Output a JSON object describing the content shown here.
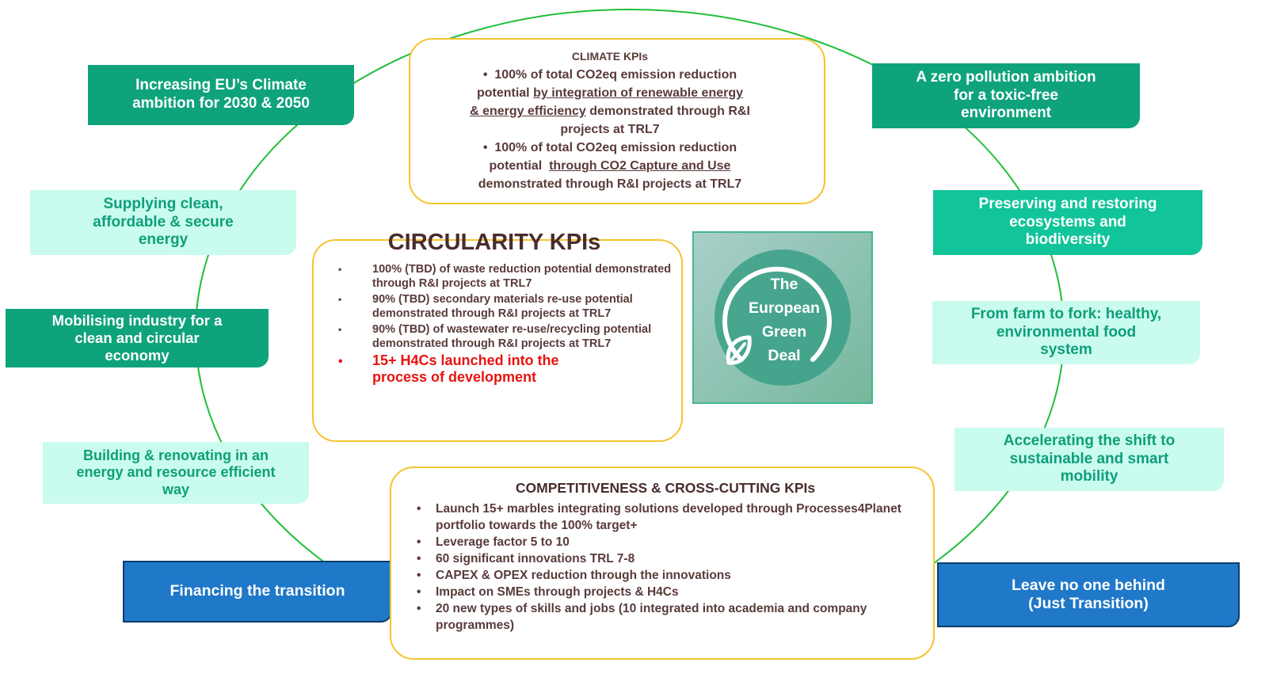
{
  "colors": {
    "ring": "#1fbf3a",
    "tile_dark": "#0fa37b",
    "tile_light": "#c9fbef",
    "tile_blue": "#1f78c8",
    "kpi_border": "#f4c430",
    "highlight_red": "#e8130f"
  },
  "goals": {
    "climate_ambition": [
      "Increasing EU’s Climate",
      "ambition for 2030 & 2050"
    ],
    "zero_pollution": [
      "A zero pollution ambition",
      "for a toxic-free",
      "environment"
    ],
    "clean_energy": [
      "Supplying clean,",
      "affordable & secure",
      "energy"
    ],
    "ecosystems": [
      "Preserving and restoring",
      "ecosystems and",
      "biodiversity"
    ],
    "industry": [
      "Mobilising industry for a",
      "clean and circular",
      "economy"
    ],
    "farm_to_fork": [
      "From farm to fork: healthy,",
      "environmental food",
      "system"
    ],
    "building": [
      "Building & renovating in an",
      "energy and resource efficient",
      "way"
    ],
    "mobility": [
      "Accelerating the shift to",
      "sustainable and smart",
      "mobility"
    ],
    "financing": [
      "Financing the transition"
    ],
    "just_transition": [
      "Leave no one behind",
      "(Just Transition)"
    ]
  },
  "climate_kpis": {
    "title": "CLIMATE KPIs",
    "item1": {
      "bullet": "•",
      "a": "100% of total CO2eq  emission reduction",
      "b": "potential",
      "c": "by integration of renewable energy",
      "d": "& energy efficiency",
      "e": "demonstrated through R&I",
      "f": "projects at TRL7"
    },
    "item2": {
      "bullet": "•",
      "a": "100% of total CO2eq emission reduction",
      "b": "potential",
      "c": "through CO2 Capture and Use",
      "d": "demonstrated through R&I projects at TRL7"
    }
  },
  "circularity_kpis": {
    "title": "CIRCULARITY KPIs",
    "items": [
      "100% (TBD) of waste reduction potential demonstrated through R&I projects at TRL7",
      "90% (TBD) secondary materials re-use potential  demonstrated through R&I projects at TRL7",
      "90% (TBD) of wastewater re-use/recycling potential demonstrated through R&I projects at TRL7",
      "15+ H4Cs launched into the process of development"
    ]
  },
  "competitiveness_kpis": {
    "title": "COMPETITIVENESS & CROSS-CUTTING KPIs",
    "items": [
      "Launch 15+ marbles integrating solutions developed through Processes4Planet portfolio towards the 100% target+",
      "Leverage factor 5 to 10",
      "60 significant innovations TRL 7-8",
      "CAPEX & OPEX reduction through the innovations",
      "Impact on SMEs through projects & H4Cs",
      "20 new types of skills and jobs (10 integrated into academia and company programmes)"
    ]
  },
  "logo": {
    "lines": [
      "The",
      "European",
      "Green",
      "Deal"
    ],
    "icon": "leaf-icon"
  }
}
